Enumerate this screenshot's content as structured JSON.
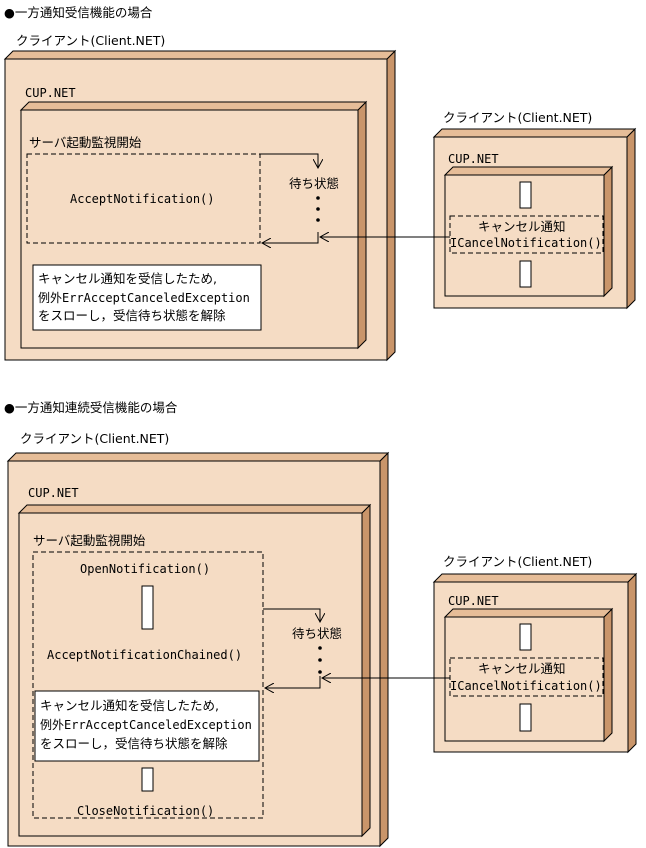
{
  "colors": {
    "box_fill": "#f5dcc4",
    "box_side": "#c9956a",
    "stroke": "#000000",
    "background": "#ffffff"
  },
  "sections": [
    {
      "heading": "●一方通知受信機能の場合",
      "client_label": "クライアント(Client.NET)",
      "cup_label": "CUP.NET",
      "monitor_label": "サーバ起動監視開始",
      "calls": [
        "AcceptNotification()"
      ],
      "wait_label": "待ち状態",
      "note_lines": [
        "キャンセル通知を受信したため,",
        "例外ErrAcceptCanceledException",
        "をスローし，受信待ち状態を解除"
      ],
      "remote_client_label": "クライアント(Client.NET)",
      "remote_cup_label": "CUP.NET",
      "cancel_label": "キャンセル通知",
      "cancel_method": "ICancelNotification()"
    },
    {
      "heading": "●一方通知連続受信機能の場合",
      "client_label": "クライアント(Client.NET)",
      "cup_label": "CUP.NET",
      "monitor_label": "サーバ起動監視開始",
      "calls": [
        "OpenNotification()",
        "AcceptNotificationChained()",
        "CloseNotification()"
      ],
      "wait_label": "待ち状態",
      "note_lines": [
        "キャンセル通知を受信したため,",
        "例外ErrAcceptCanceledException",
        "をスローし，受信待ち状態を解除"
      ],
      "remote_client_label": "クライアント(Client.NET)",
      "remote_cup_label": "CUP.NET",
      "cancel_label": "キャンセル通知",
      "cancel_method": "ICancelNotification()"
    }
  ]
}
